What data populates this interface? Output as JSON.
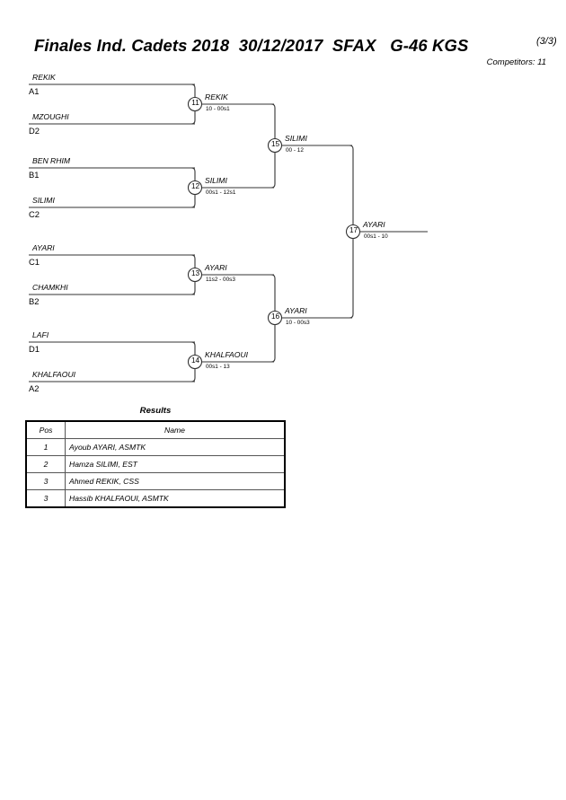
{
  "header": {
    "title": "Finales Ind. Cadets 2018  30/12/2017  SFAX   G-46 KGS",
    "page_indicator": "(3/3)",
    "competitors": "Competitors: 11"
  },
  "bracket": {
    "entrants": [
      {
        "name": "REKIK",
        "seed": "A1"
      },
      {
        "name": "MZOUGHI",
        "seed": "D2"
      },
      {
        "name": "BEN RHIM",
        "seed": "B1"
      },
      {
        "name": "SILIMI",
        "seed": "C2"
      },
      {
        "name": "AYARI",
        "seed": "C1"
      },
      {
        "name": "CHAMKHI",
        "seed": "B2"
      },
      {
        "name": "LAFI",
        "seed": "D1"
      },
      {
        "name": "KHALFAOUI",
        "seed": "A2"
      }
    ],
    "matches": [
      {
        "number": "11",
        "winner": "REKIK",
        "score": "10 - 00s1"
      },
      {
        "number": "12",
        "winner": "SILIMI",
        "score": "00s1 - 12s1"
      },
      {
        "number": "13",
        "winner": "AYARI",
        "score": "11s2 - 00s3"
      },
      {
        "number": "14",
        "winner": "KHALFAOUI",
        "score": "00s1 - 13"
      },
      {
        "number": "15",
        "winner": "SILIMI",
        "score": "00 - 12"
      },
      {
        "number": "16",
        "winner": "AYARI",
        "score": "10 - 00s3"
      },
      {
        "number": "17",
        "winner": "AYARI",
        "score": "00s1 - 10"
      }
    ]
  },
  "results": {
    "caption": "Results",
    "columns": [
      "Pos",
      "Name"
    ],
    "rows": [
      {
        "pos": "1",
        "name": "Ayoub AYARI, ASMTK"
      },
      {
        "pos": "2",
        "name": "Hamza SILIMI, EST"
      },
      {
        "pos": "3",
        "name": "Ahmed REKIK, CSS"
      },
      {
        "pos": "3",
        "name": "Hassib KHALFAOUI, ASMTK"
      }
    ]
  },
  "colors": {
    "line": "#333333",
    "text": "#000000",
    "background": "#ffffff"
  }
}
